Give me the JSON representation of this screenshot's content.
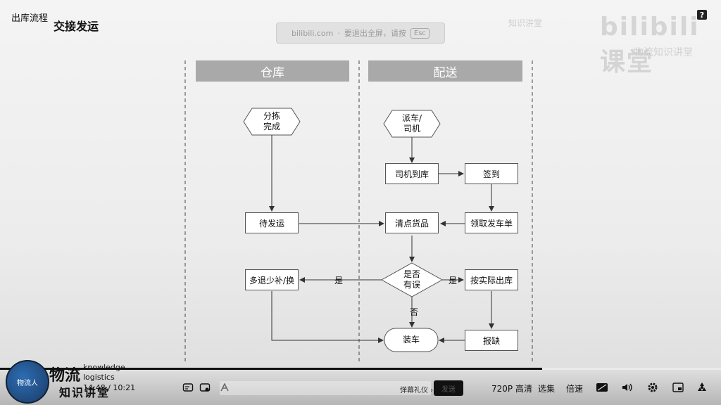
{
  "slide": {
    "section": "出库流程",
    "title": "交接发运"
  },
  "toast": {
    "site": "bilibili.com",
    "separator": "·",
    "message": "要退出全屏，请按",
    "key": "Esc"
  },
  "watermark": {
    "logo": "bilibili课堂",
    "side": "知识讲堂",
    "sub": "物流知识讲堂"
  },
  "help": {
    "label": "?"
  },
  "lanes": [
    {
      "label": "仓库"
    },
    {
      "label": "配送"
    }
  ],
  "nodes": {
    "sort_done": "分拣\n完成",
    "dispatch_driver": "派车/\n司机",
    "driver_arrive": "司机到库",
    "sign_in": "签到",
    "wait_ship": "待发运",
    "count_goods": "清点货品",
    "get_dispatch_note": "领取发车单",
    "any_error": "是否\n有误",
    "more_less": "多退少补/换",
    "actual_out": "按实际出库",
    "loading": "装车",
    "report_short": "报缺"
  },
  "edge_labels": {
    "yes_left": "是",
    "yes_right": "是",
    "no_down": "否"
  },
  "player": {
    "progress_fraction": 0.752,
    "time": "14:48 / 10:21",
    "danmaku_etiquette": "弹幕礼仪 ›",
    "send": "发送",
    "quality": "720P 高清",
    "episodes": "选集",
    "speed": "倍速"
  },
  "branding": {
    "logo_text": "物流人",
    "title_cn": "物流",
    "title_en_1": "knowledge",
    "title_en_2": "logistics",
    "subtitle": "知识讲堂"
  }
}
